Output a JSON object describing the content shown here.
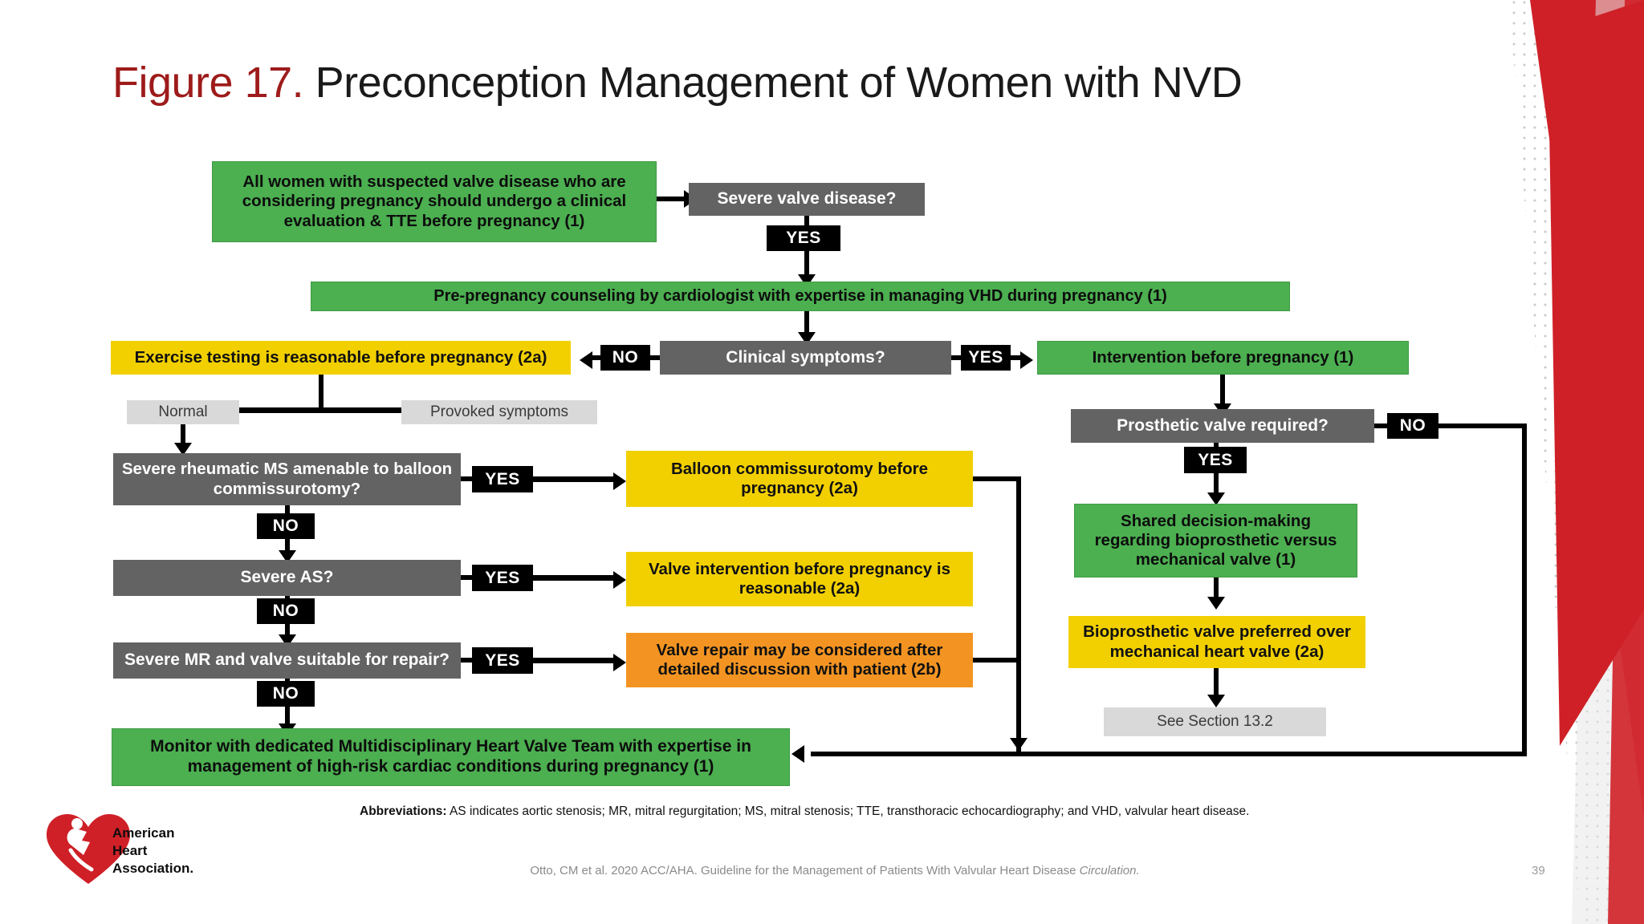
{
  "title": {
    "figure_label": "Figure 17.",
    "text": " Preconception Management of Women with NVD"
  },
  "colors": {
    "green": "#4caf50",
    "gray": "#636363",
    "yellow": "#f2d000",
    "orange": "#f39422",
    "light_gray": "#d9d9d9",
    "black_badge": "#000000",
    "title_red": "#9e1b1b",
    "deco_red": "#cf2027"
  },
  "nodes": {
    "initial_eval": "All women with suspected valve disease  who are considering pregnancy should undergo a clinical evaluation & TTE before pregnancy (1)",
    "severe_valve_disease": "Severe valve disease?",
    "pre_pregnancy_counseling": "Pre-pregnancy counseling by cardiologist with expertise in managing VHD during pregnancy (1)",
    "exercise_testing": "Exercise testing is reasonable before pregnancy (2a)",
    "clinical_symptoms": "Clinical symptoms?",
    "intervention_before_pregnancy": "Intervention before pregnancy (1)",
    "normal": "Normal",
    "provoked_symptoms": "Provoked symptoms",
    "severe_ms": "Severe rheumatic MS amenable to balloon commissurotomy?",
    "balloon_commissurotomy": "Balloon commissurotomy before pregnancy (2a)",
    "severe_as": "Severe AS?",
    "valve_intervention": "Valve intervention before pregnancy is reasonable (2a)",
    "severe_mr": "Severe MR and valve suitable for repair?",
    "valve_repair": "Valve repair may be considered after detailed discussion with patient (2b)",
    "monitor": "Monitor with dedicated Multidisciplinary Heart Valve Team with expertise in management of high-risk cardiac conditions during pregnancy (1)",
    "prosthetic_valve_required": "Prosthetic valve required?",
    "shared_decision": "Shared decision-making regarding bioprosthetic versus mechanical valve (1)",
    "bioprosthetic_preferred": "Bioprosthetic valve preferred over mechanical heart valve (2a)",
    "see_section": "See Section 13.2"
  },
  "badges": {
    "yes": "YES",
    "no": "NO"
  },
  "footer": {
    "abbrev_label": "Abbreviations:",
    "abbrev_text": " AS indicates aortic stenosis; MR, mitral regurgitation; MS, mitral stenosis;  TTE, transthoracic echocardiography; and VHD, valvular heart disease.",
    "citation_main": "Otto, CM et al. 2020 ACC/AHA. Guideline for the Management of Patients With Valvular Heart Disease ",
    "citation_italic": "Circulation.",
    "page_number": "39",
    "logo_line1": "American",
    "logo_line2": "Heart",
    "logo_line3": "Association."
  }
}
